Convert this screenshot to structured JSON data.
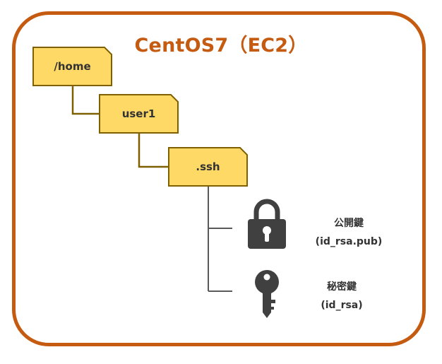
{
  "title": "CentOS7（EC2）",
  "folders": [
    {
      "label": "/home"
    },
    {
      "label": "user1"
    },
    {
      "label": ".ssh"
    }
  ],
  "files": [
    {
      "name": "公開鍵",
      "file": "(id_rsa.pub)",
      "icon": "lock-icon"
    },
    {
      "name": "秘密鍵",
      "file": "(id_rsa)",
      "icon": "key-icon"
    }
  ],
  "colors": {
    "frame": "#c55a11",
    "title": "#c55a11",
    "folder_fill": "#ffd966",
    "folder_stroke": "#7f6000",
    "connector": "#7f6000",
    "file_line": "#595959",
    "icon": "#404040"
  }
}
